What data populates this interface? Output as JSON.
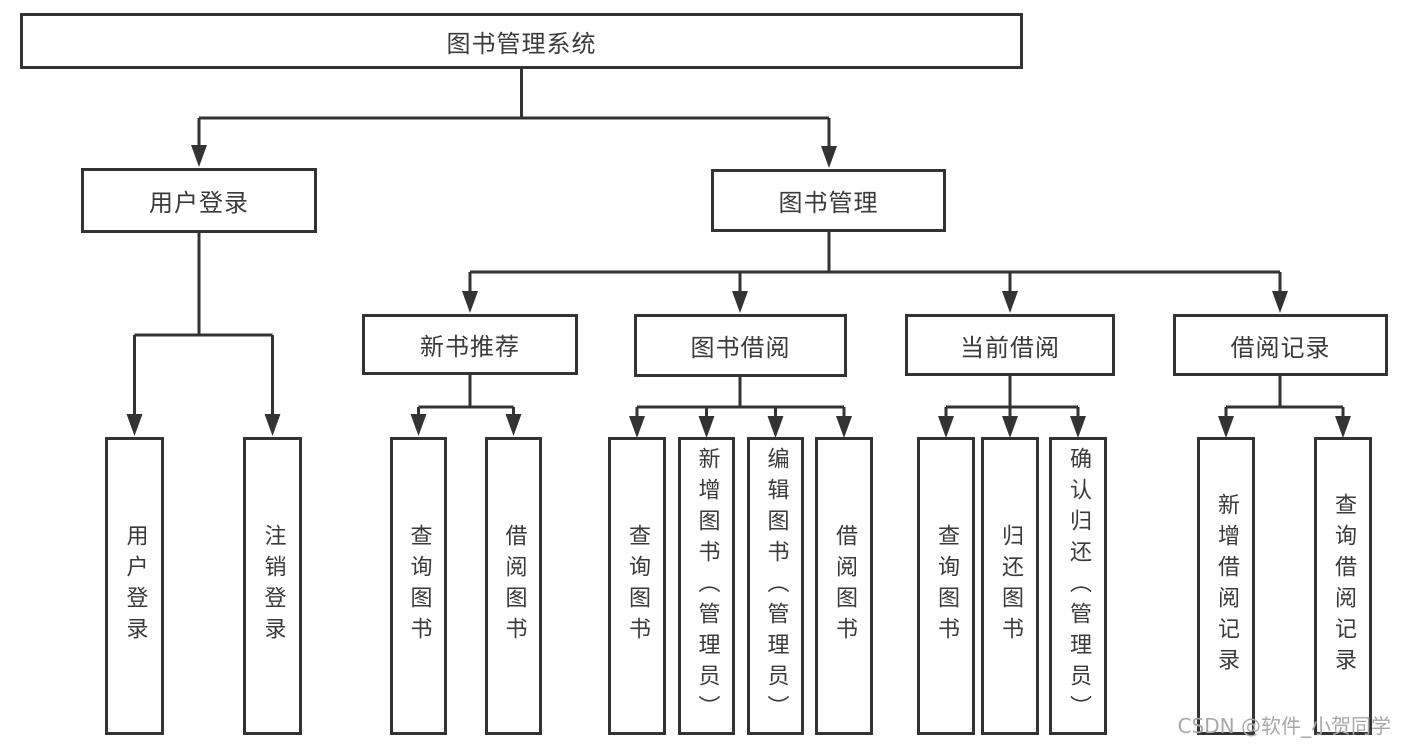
{
  "diagram": {
    "root": "图书管理系统",
    "user_login": {
      "label": "用户登录",
      "children": [
        "用户登录",
        "注销登录"
      ]
    },
    "book_mgmt": {
      "label": "图书管理",
      "sections": [
        {
          "label": "新书推荐",
          "children": [
            "查询图书",
            "借阅图书"
          ]
        },
        {
          "label": "图书借阅",
          "children": [
            "查询图书",
            "新增图书（管理员）",
            "编辑图书（管理员）",
            "借阅图书"
          ]
        },
        {
          "label": "当前借阅",
          "children": [
            "查询图书",
            "归还图书",
            "确认归还（管理员）"
          ]
        },
        {
          "label": "借阅记录",
          "children": [
            "新增借阅记录",
            "查询借阅记录"
          ]
        }
      ]
    }
  },
  "watermark": {
    "text": "CSDN @软件_小贺同学"
  },
  "colors": {
    "line": "#333333",
    "box_border": "#333333",
    "text": "#3a3a3a",
    "watermark": "#a8a8a8",
    "background": "#ffffff"
  }
}
